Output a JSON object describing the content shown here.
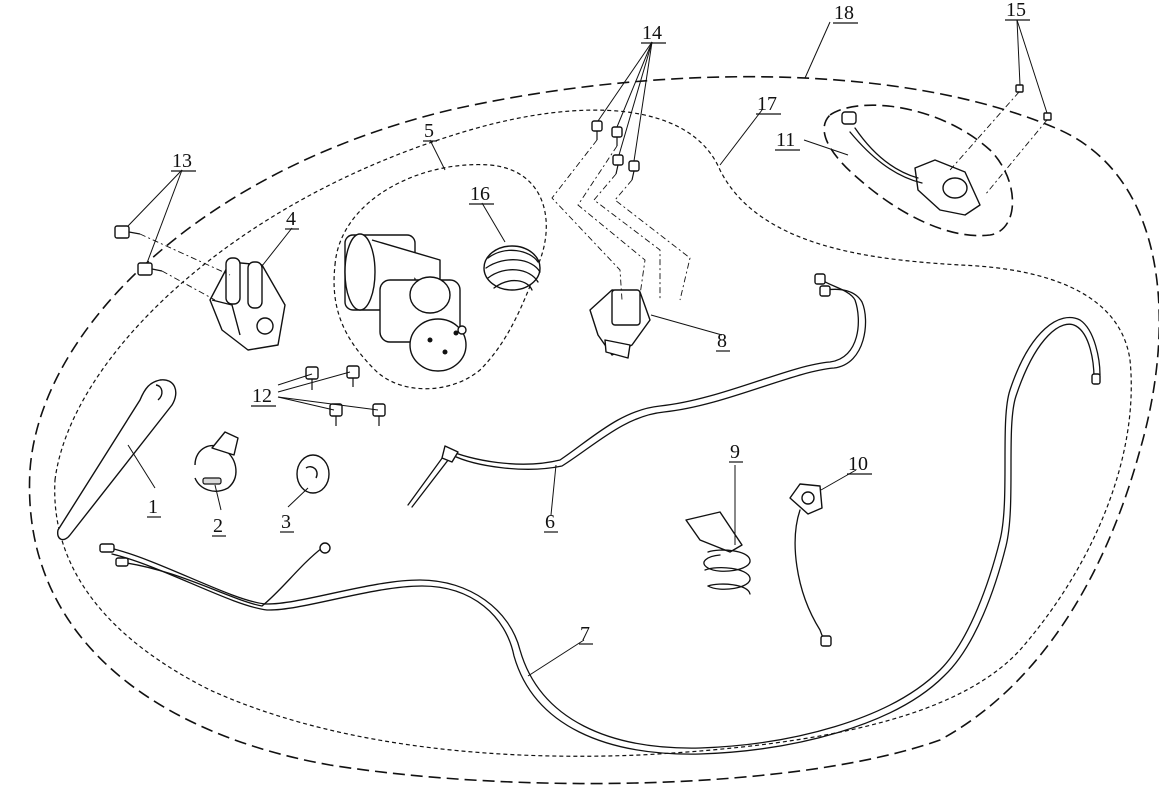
{
  "diagram": {
    "callouts": [
      "1",
      "2",
      "3",
      "4",
      "5",
      "6",
      "7",
      "8",
      "9",
      "10",
      "11",
      "12",
      "13",
      "14",
      "15",
      "16",
      "17",
      "18"
    ],
    "line_color": "#111111",
    "background": "#ffffff"
  }
}
